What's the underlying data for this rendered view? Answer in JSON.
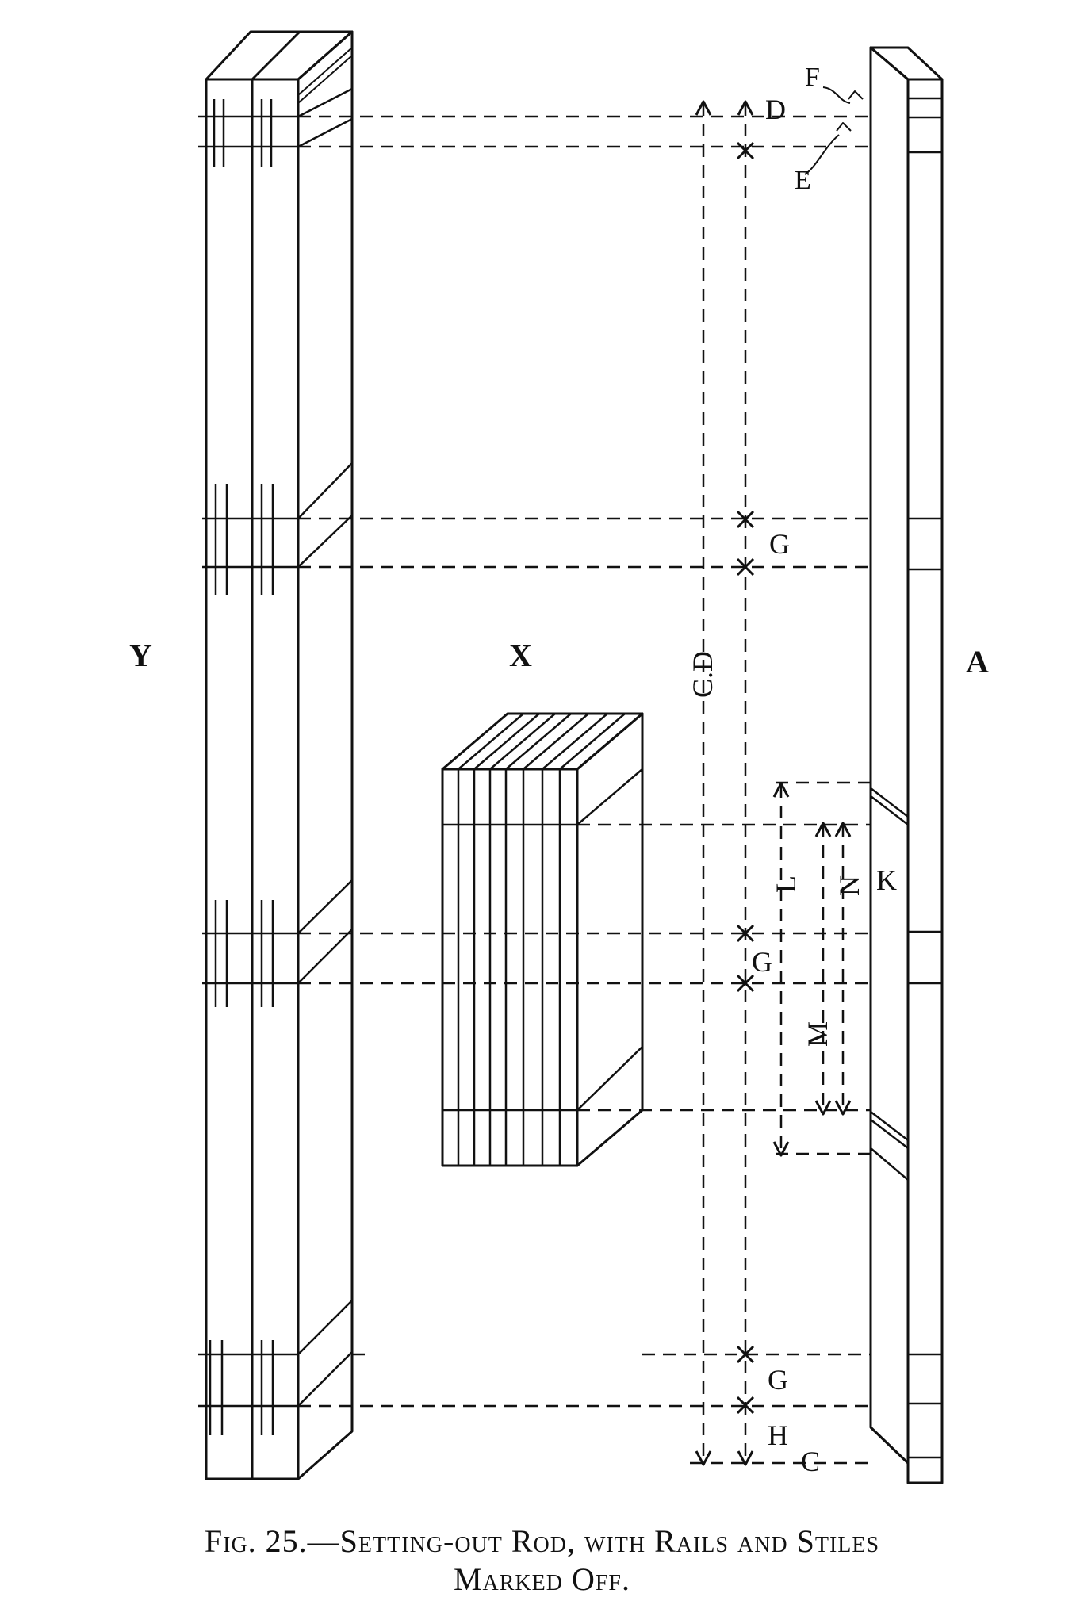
{
  "figure": {
    "caption_line1": "Fig. 25.—Setting-out Rod, with Rails and Stiles",
    "caption_line2": "Marked Off.",
    "parts": {
      "stile_bundle": "Y",
      "rail_bundle": "X",
      "rod": "A"
    },
    "letters": {
      "D_top": "D",
      "E": "E",
      "F": "F",
      "CD": "C.D",
      "G1": "G",
      "G2": "G",
      "G3": "G",
      "H": "H",
      "C": "C",
      "L": "L",
      "M": "M",
      "N": "N",
      "K": "K"
    },
    "colors": {
      "ink": "#111111",
      "paper": "#ffffff"
    }
  }
}
